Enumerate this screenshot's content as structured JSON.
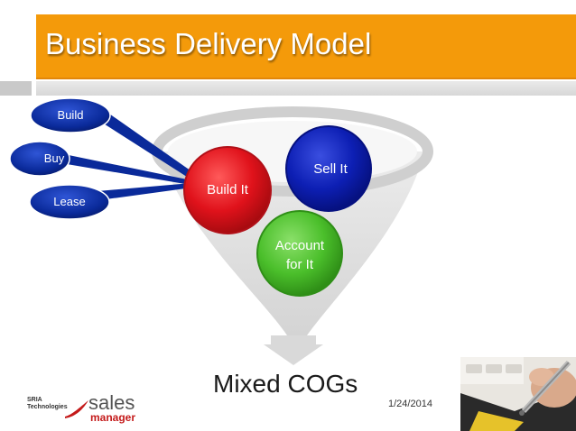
{
  "slide": {
    "title": "Business Delivery Model",
    "date": "1/24/2014"
  },
  "diagram": {
    "sources": [
      {
        "label": "Build"
      },
      {
        "label": "Buy"
      },
      {
        "label": "Lease"
      }
    ],
    "circles": [
      {
        "label": "Build It",
        "color": "#d8101a"
      },
      {
        "label": "Sell It",
        "color": "#0a1aa8"
      },
      {
        "label_line1": "Account",
        "label_line2": "for It",
        "color": "#4bbf2b"
      }
    ],
    "output": "Mixed COGs"
  },
  "logo": {
    "company_line1": "SRIA",
    "company_line2": "Technologies",
    "brand_top": "sales",
    "brand_bottom": "manager"
  },
  "colors": {
    "title_bar": "#f49a0a",
    "oval_blue": "#0a2a9a",
    "funnel_grey": "#cfcfcf"
  }
}
